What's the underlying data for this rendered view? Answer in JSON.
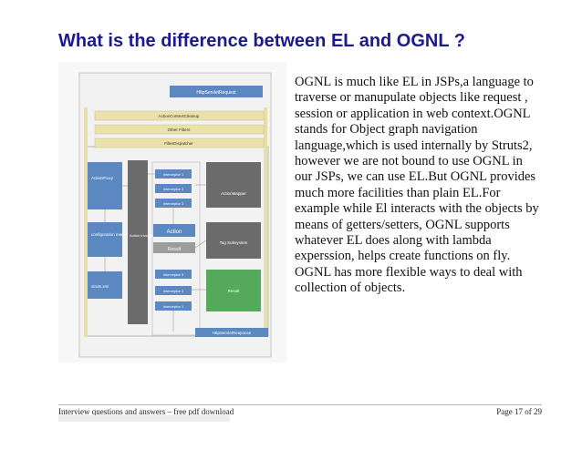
{
  "slide": {
    "title": "What is the difference between EL and OGNL ?",
    "body": "OGNL is much like EL in JSPs,a language to traverse or manupulate objects like request , session or application in web context.OGNL stands for Object graph navigation language,which is used internally by Struts2, however we are not bound to use OGNL in our JSPs, we can use EL.But OGNL provides much more facilities than plain EL.For example while El interacts with the objects by means of getters/setters, OGNL supports whatever EL does along with lambda experssion, helps create functions on fly. OGNL has more flexible ways to deal with collection of objects."
  },
  "diagram": {
    "http_request": "HttpServletRequest",
    "action_context_cleanup": "ActionContextCleanup",
    "other_filters": "Other Filters",
    "filter_dispatcher": "FilterDispatcher",
    "action_proxy": "ActionProxy",
    "configuration_manager": "configuration manager",
    "struts_xml": "struts.xml",
    "action_invocation": "Action Invocation",
    "interceptors_top": [
      "Interceptor 1",
      "Interceptor 2",
      "Interceptor 3"
    ],
    "action": "Action",
    "result_box": "Result",
    "interceptors_bottom": [
      "Interceptor 3",
      "Interceptor 2",
      "Interceptor 1"
    ],
    "action_mapper": "ActionMapper",
    "tag_subsystem": "Tag Subsystem",
    "result": "Result",
    "http_response": "HttpServletResponse"
  },
  "colors": {
    "title": "#1d1a8a",
    "blue": "#5b88c0",
    "green": "#55a95a",
    "filter": "#eae2aa",
    "dark": "#6b6b6b"
  },
  "footer": {
    "left": "Interview questions and answers – free pdf download",
    "right": "Page 17 of 29"
  }
}
